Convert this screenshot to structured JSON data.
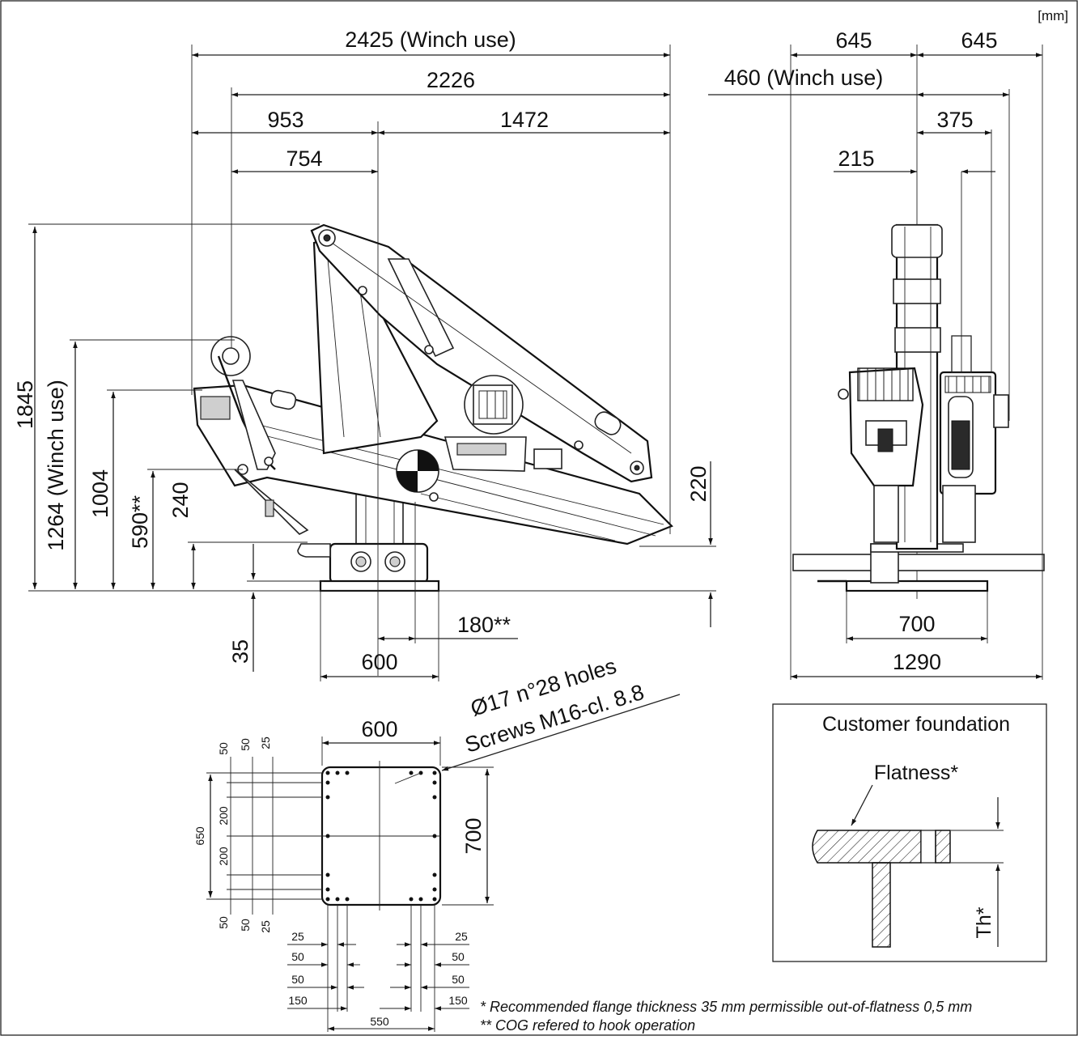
{
  "unit": "[mm]",
  "side_view": {
    "top": {
      "d2425": "2425 (Winch use)",
      "d2226": "2226",
      "d953": "953",
      "d1472": "1472",
      "d754": "754"
    },
    "left": {
      "d1845": "1845",
      "d1264": "1264 (Winch use)",
      "d1004": "1004",
      "d590": "590**",
      "d240": "240"
    },
    "right": {
      "d220": "220"
    },
    "bottom": {
      "d35": "35",
      "d600": "600",
      "d180": "180**"
    }
  },
  "front_view": {
    "d645a": "645",
    "d645b": "645",
    "d460": "460 (Winch use)",
    "d375": "375",
    "d215": "215",
    "d700": "700",
    "d1290": "1290"
  },
  "base_plate": {
    "holes_label": "Ø17 n°28 holes",
    "screws_label": "Screws M16-cl. 8.8",
    "d600": "600",
    "d700": "700",
    "left": {
      "d650": "650",
      "d50a": "50",
      "d50b": "50",
      "d25a": "25",
      "d200a": "200",
      "d200b": "200",
      "d50c": "50",
      "d50d": "50",
      "d25b": "25"
    },
    "bottom": {
      "d25l": "25",
      "d50l": "50",
      "d50l2": "50",
      "d150l": "150",
      "d25r": "25",
      "d50r": "50",
      "d50r2": "50",
      "d150r": "150",
      "d550": "550"
    }
  },
  "foundation": {
    "title": "Customer foundation",
    "flatness": "Flatness*",
    "thickness": "Th*"
  },
  "notes": {
    "n1": "* Recommended flange thickness 35 mm permissible out-of-flatness 0,5 mm",
    "n2": "** COG refered to hook operation"
  }
}
